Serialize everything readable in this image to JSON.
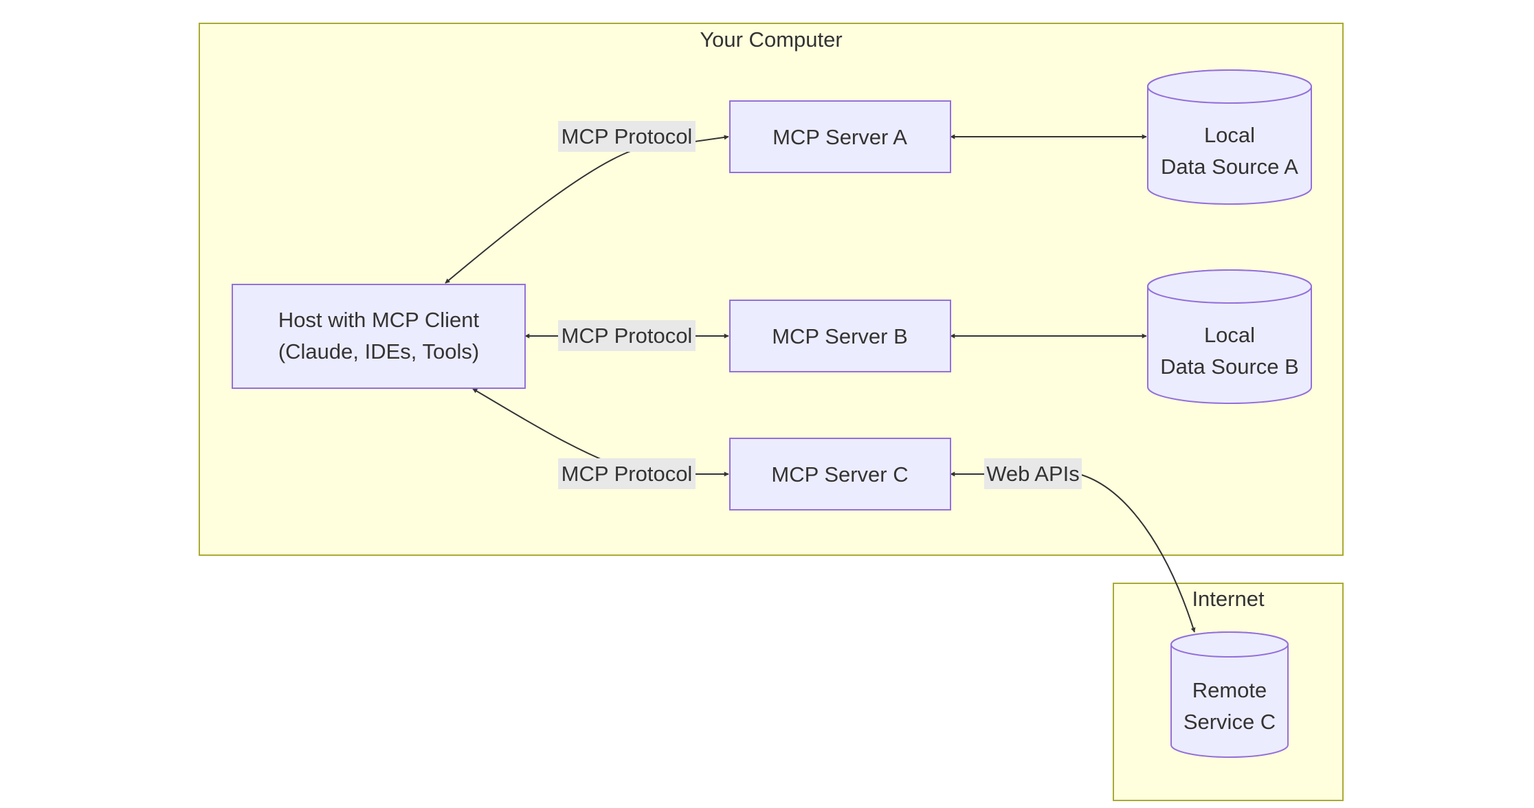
{
  "clusters": {
    "your_computer": "Your Computer",
    "internet": "Internet"
  },
  "nodes": {
    "host": [
      "Host with MCP Client",
      "(Claude, IDEs, Tools)"
    ],
    "server_a": "MCP Server A",
    "server_b": "MCP Server B",
    "server_c": "MCP Server C",
    "data_a": [
      "Local",
      "Data Source A"
    ],
    "data_b": [
      "Local",
      "Data Source B"
    ],
    "remote_c": [
      "Remote",
      "Service C"
    ]
  },
  "edges": {
    "host_a": "MCP Protocol",
    "host_b": "MCP Protocol",
    "host_c": "MCP Protocol",
    "c_remote": "Web APIs"
  },
  "colors": {
    "cluster_fill": "#ffffde",
    "cluster_stroke": "#aaaa33",
    "node_fill": "#ececff",
    "node_stroke": "#9370db",
    "edge": "#333333",
    "label_bg": "#e8e8e8"
  }
}
